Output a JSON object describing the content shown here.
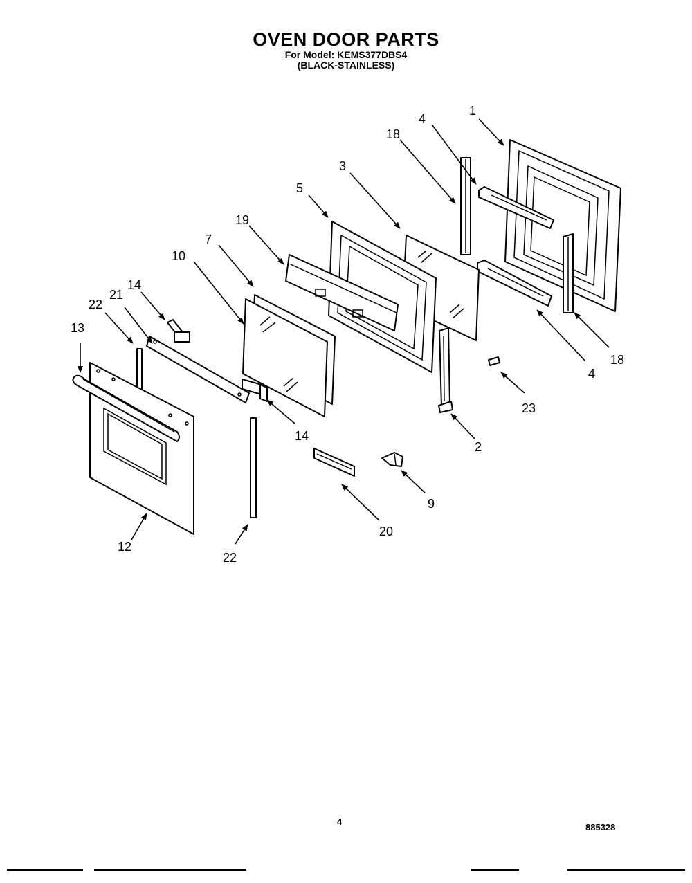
{
  "header": {
    "title": "OVEN DOOR PARTS",
    "model_line": "For Model: KEMS377DBS4",
    "variant_line": "(BLACK-STAINLESS)"
  },
  "callouts": [
    {
      "id": "c1",
      "label": "1"
    },
    {
      "id": "c4a",
      "label": "4"
    },
    {
      "id": "c18a",
      "label": "18"
    },
    {
      "id": "c3",
      "label": "3"
    },
    {
      "id": "c5",
      "label": "5"
    },
    {
      "id": "c19",
      "label": "19"
    },
    {
      "id": "c7",
      "label": "7"
    },
    {
      "id": "c10",
      "label": "10"
    },
    {
      "id": "c14a",
      "label": "14"
    },
    {
      "id": "c21",
      "label": "21"
    },
    {
      "id": "c22a",
      "label": "22"
    },
    {
      "id": "c13",
      "label": "13"
    },
    {
      "id": "c18b",
      "label": "18"
    },
    {
      "id": "c4b",
      "label": "4"
    },
    {
      "id": "c23",
      "label": "23"
    },
    {
      "id": "c2",
      "label": "2"
    },
    {
      "id": "c14b",
      "label": "14"
    },
    {
      "id": "c9",
      "label": "9"
    },
    {
      "id": "c20",
      "label": "20"
    },
    {
      "id": "c12",
      "label": "12"
    },
    {
      "id": "c22b",
      "label": "22"
    }
  ],
  "footer": {
    "page_number": "4",
    "doc_number": "885328"
  }
}
